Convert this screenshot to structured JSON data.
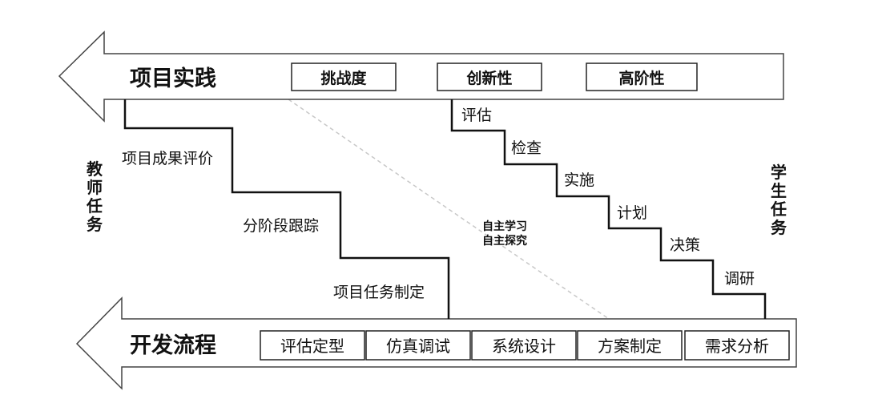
{
  "top_arrow": {
    "title": "项目实践",
    "tags": [
      "挑战度",
      "创新性",
      "高阶性"
    ]
  },
  "bottom_arrow": {
    "title": "开发流程",
    "stages": [
      "评估定型",
      "仿真调试",
      "系统设计",
      "方案制定",
      "需求分析"
    ]
  },
  "side_labels": {
    "left": "教师任务",
    "right": "学生任务"
  },
  "teacher_steps": [
    "项目成果评价",
    "分阶段跟踪",
    "项目任务制定"
  ],
  "student_steps": [
    "评估",
    "检查",
    "实施",
    "计划",
    "决策",
    "调研"
  ],
  "center_label": [
    "自主学习",
    "自主探究"
  ],
  "colors": {
    "line": "#111111",
    "arrow_fill": "#ffffff",
    "box_stroke": "#222222",
    "dashed": "#c8c8c8"
  }
}
